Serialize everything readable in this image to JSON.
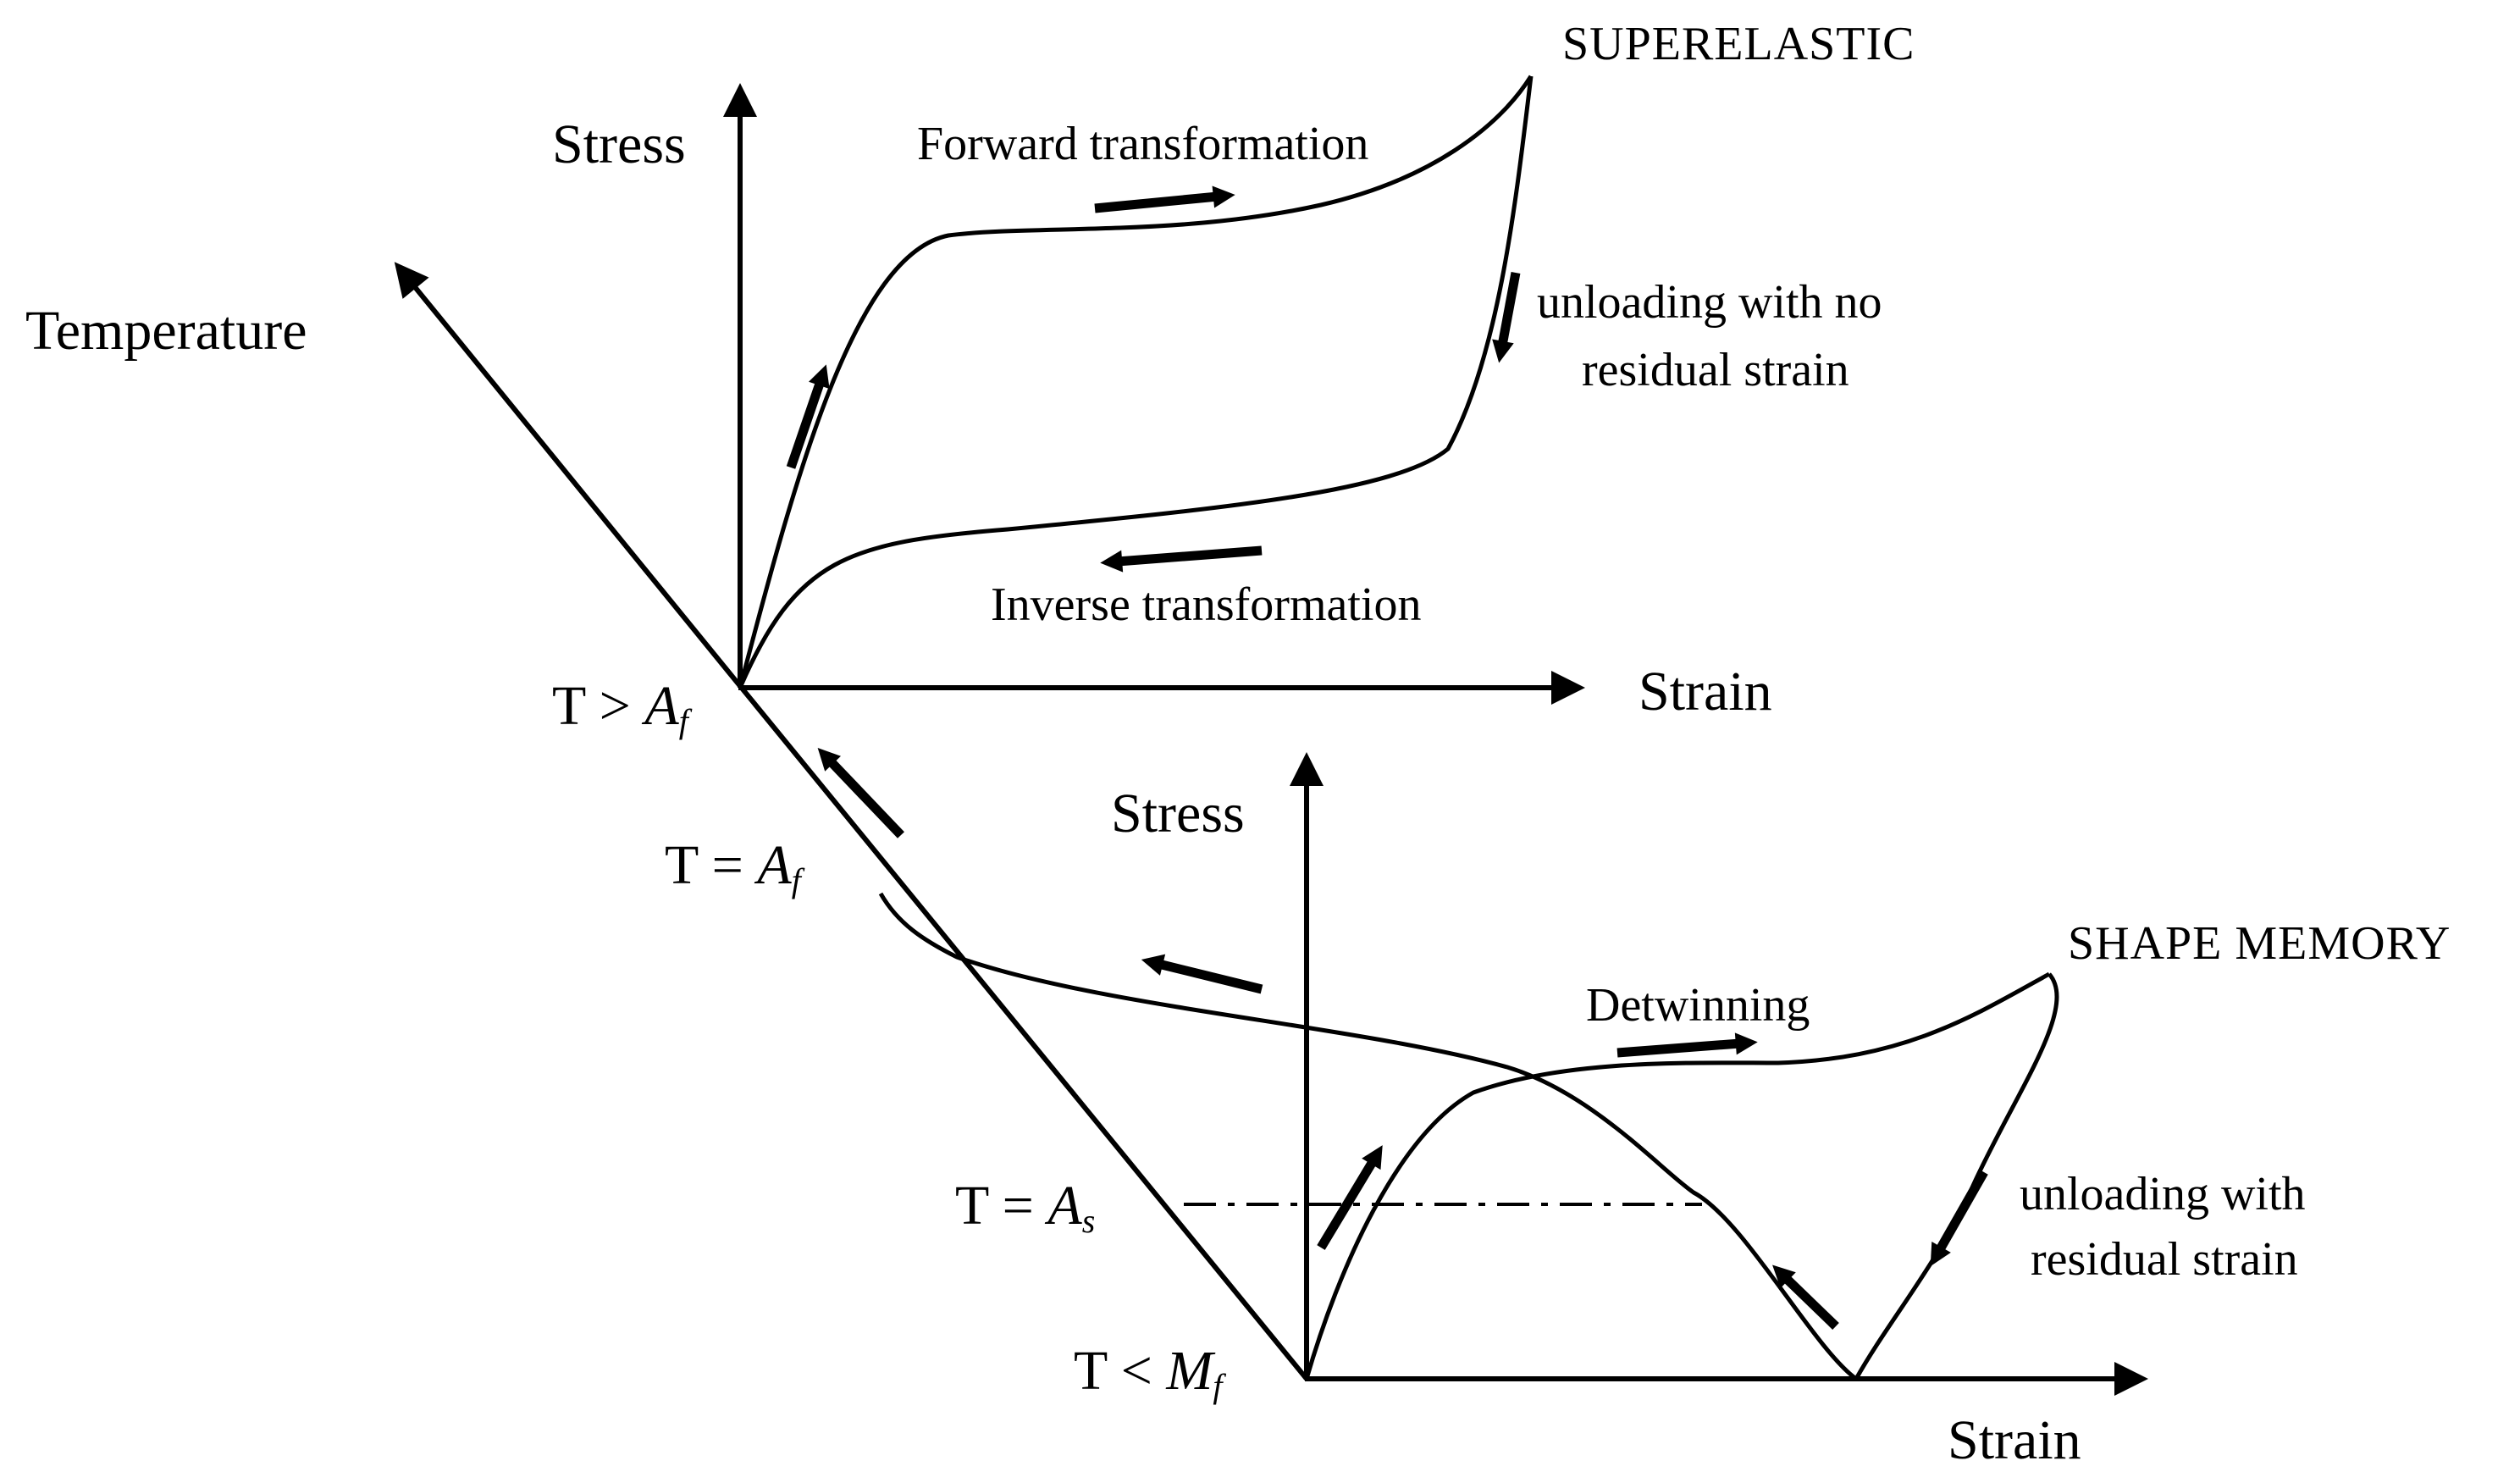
{
  "superelastic": {
    "title": "SUPERELASTIC",
    "stress_label": "Stress",
    "strain_label": "Strain",
    "forward_label": "Forward transformation",
    "inverse_label": "Inverse transformation",
    "unloading_line1": "unloading with no",
    "unloading_line2": "residual strain",
    "origin_label": {
      "prefix": "T > ",
      "symbol": "A",
      "subscript": "f"
    }
  },
  "temperature_axis": {
    "label": "Temperature",
    "t_equals_af": {
      "prefix": "T = ",
      "symbol": "A",
      "subscript": "f"
    },
    "t_equals_as": {
      "prefix": "T = ",
      "symbol": "A",
      "subscript": "s"
    }
  },
  "shape_memory": {
    "title": "SHAPE MEMORY",
    "stress_label": "Stress",
    "strain_label": "Strain",
    "detwinning_label": "Detwinning",
    "unloading_line1": "unloading with",
    "unloading_line2": "residual strain",
    "origin_label": {
      "prefix": "T < ",
      "symbol": "M",
      "subscript": "f"
    }
  },
  "colors": {
    "stroke": "#000000",
    "background": "#ffffff"
  }
}
